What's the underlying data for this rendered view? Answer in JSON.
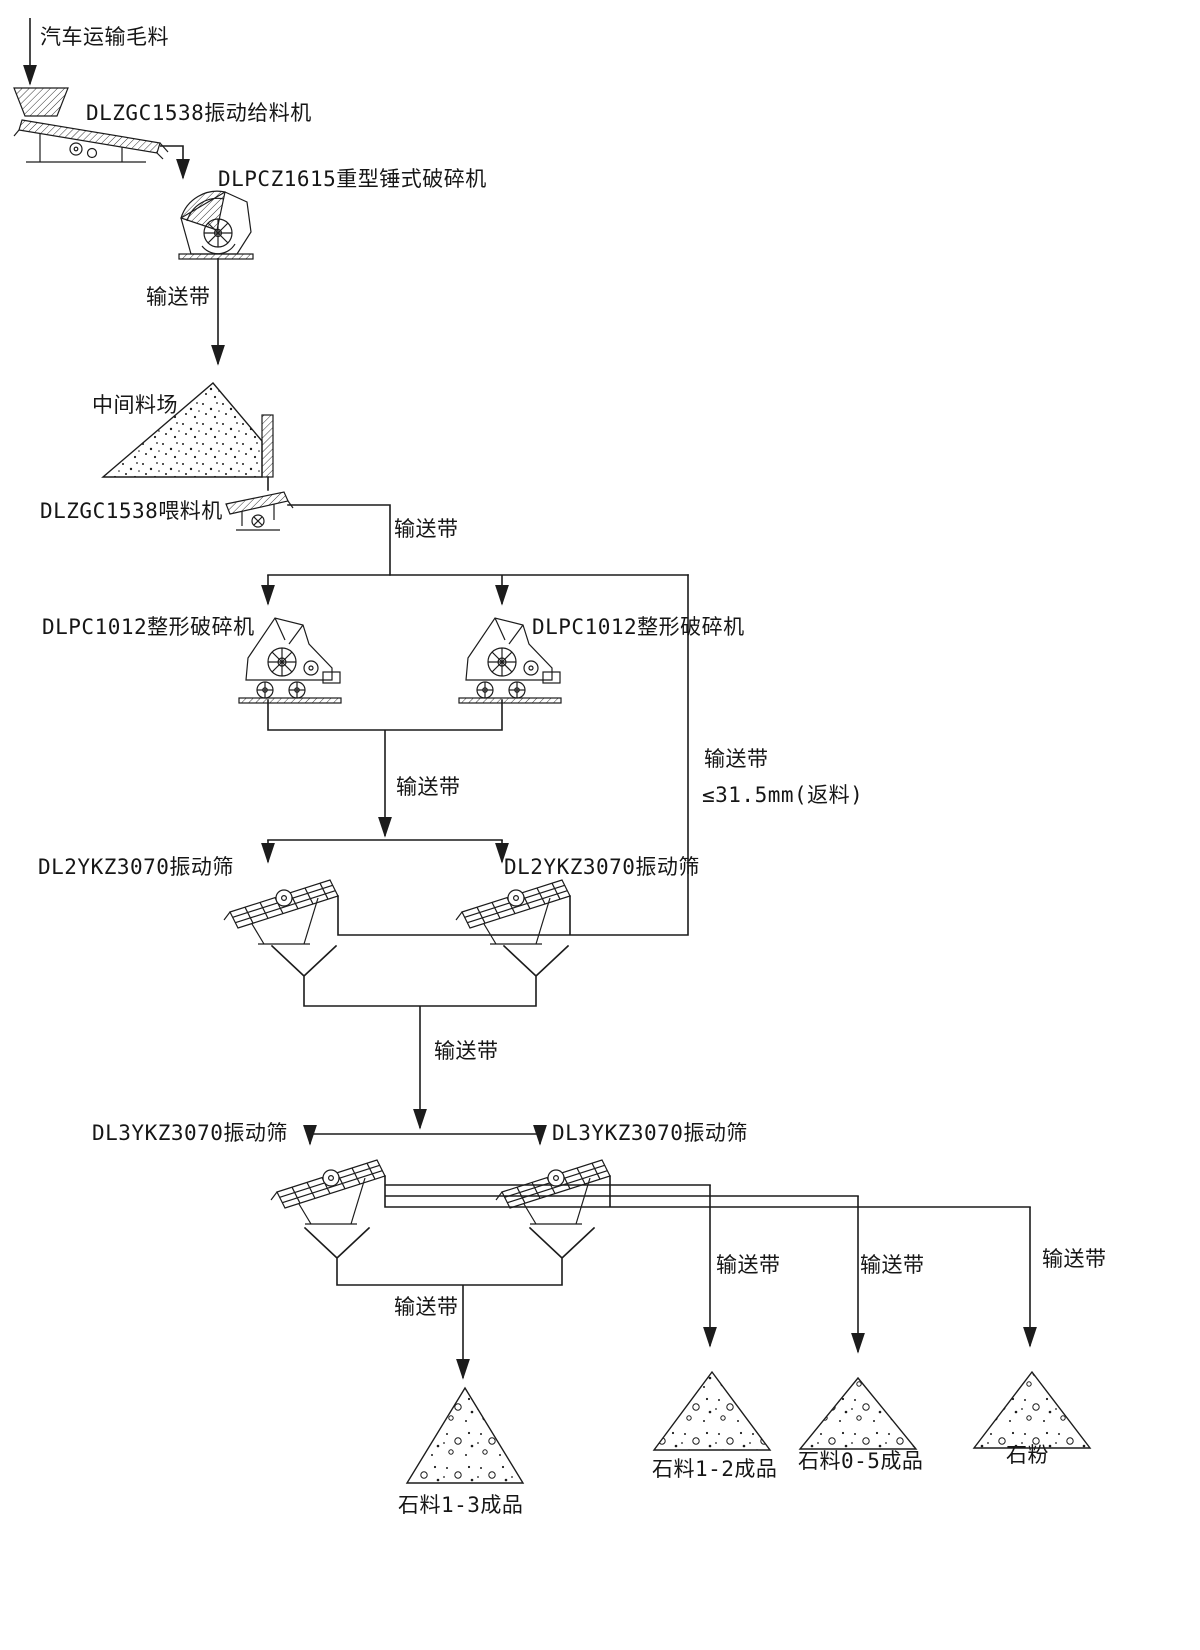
{
  "colors": {
    "ink": "#1c1c1c",
    "background": "#ffffff"
  },
  "nodes": {
    "raw_material": "汽车运输毛料",
    "vibrating_feeder": "DLZGC1538振动给料机",
    "hammer_crusher": "DLPCZ1615重型锤式破碎机",
    "intermediate_stockpile": "中间料场",
    "feeder": "DLZGC1538喂料机",
    "shaping_crusher": "DLPC1012整形破碎机",
    "screen_stage1": "DL2YKZ3070振动筛",
    "screen_stage2": "DL3YKZ3070振动筛"
  },
  "edges": {
    "conveyor": "输送带",
    "return_spec": "≤31.5mm(返料)"
  },
  "products": {
    "stone_1_3": "石料1-3成品",
    "stone_1_2": "石料1-2成品",
    "stone_0_5": "石料0-5成品",
    "stone_powder": "石粉"
  }
}
